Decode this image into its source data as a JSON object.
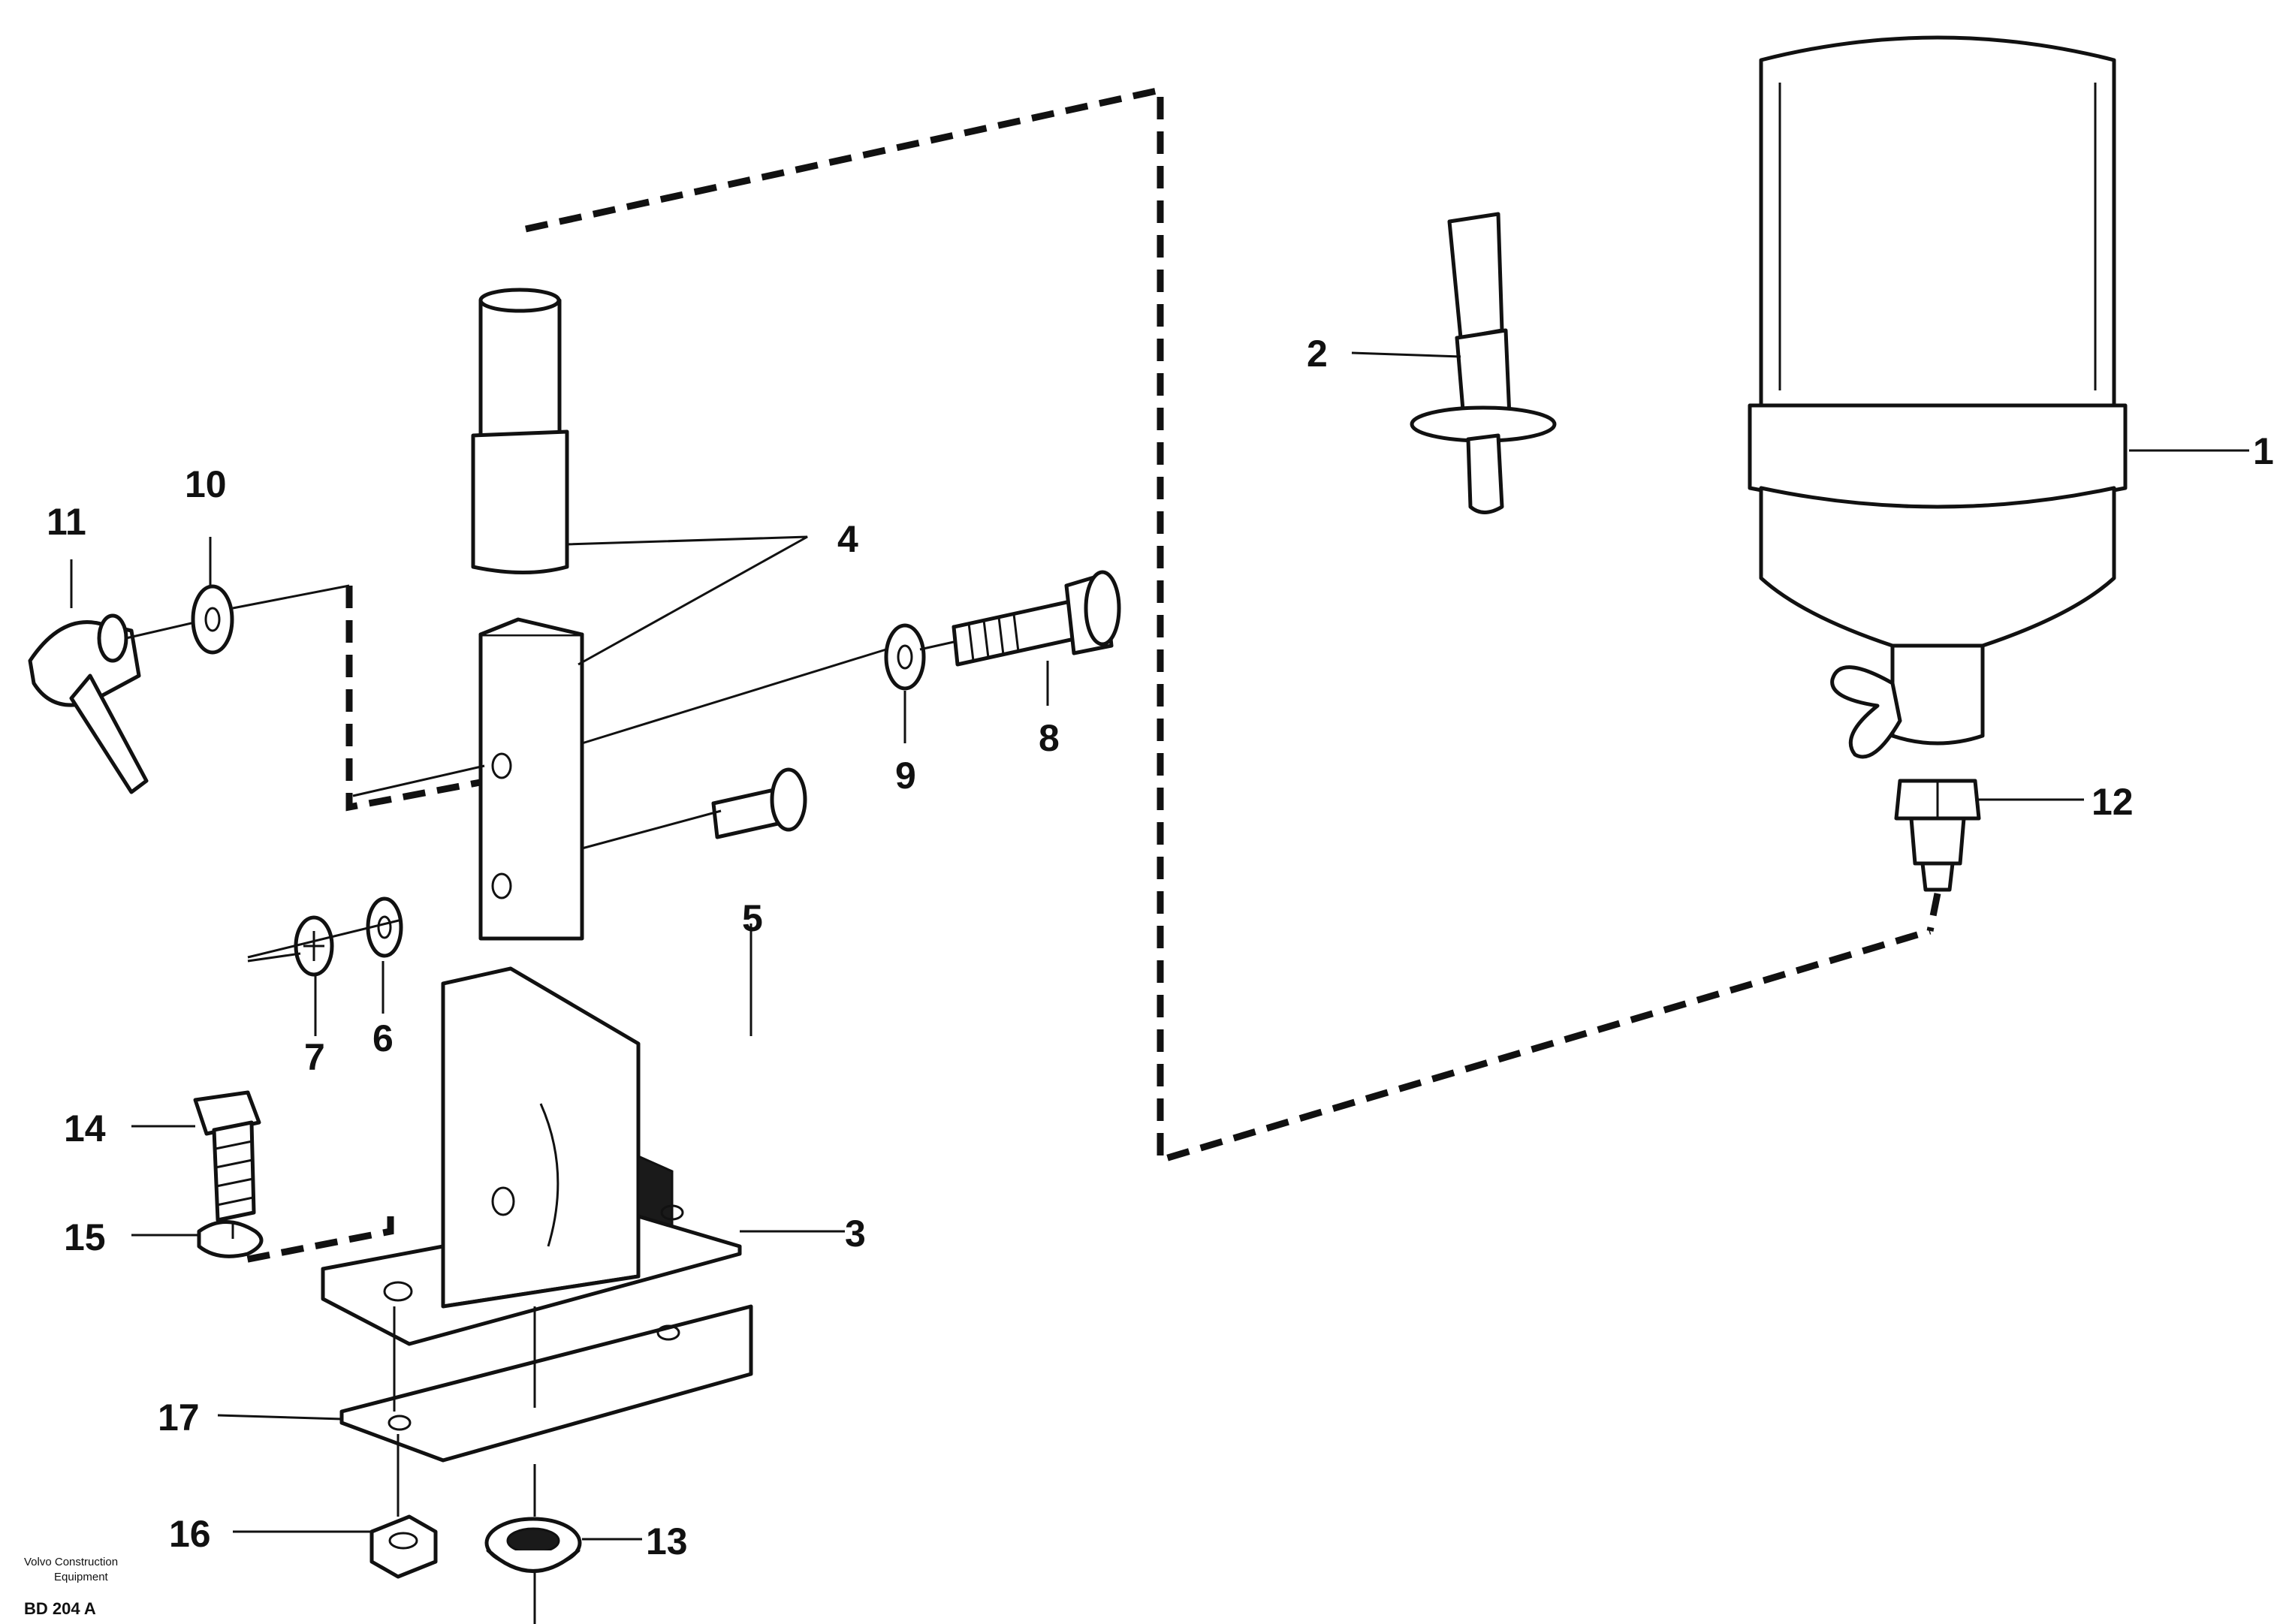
{
  "callouts": [
    "1",
    "2",
    "3",
    "4",
    "5",
    "6",
    "7",
    "8",
    "9",
    "10",
    "11",
    "12",
    "13",
    "14",
    "15",
    "16",
    "17"
  ],
  "credit": {
    "line1": "Volvo Construction",
    "line2": "Equipment",
    "code": "BD 204 A"
  }
}
